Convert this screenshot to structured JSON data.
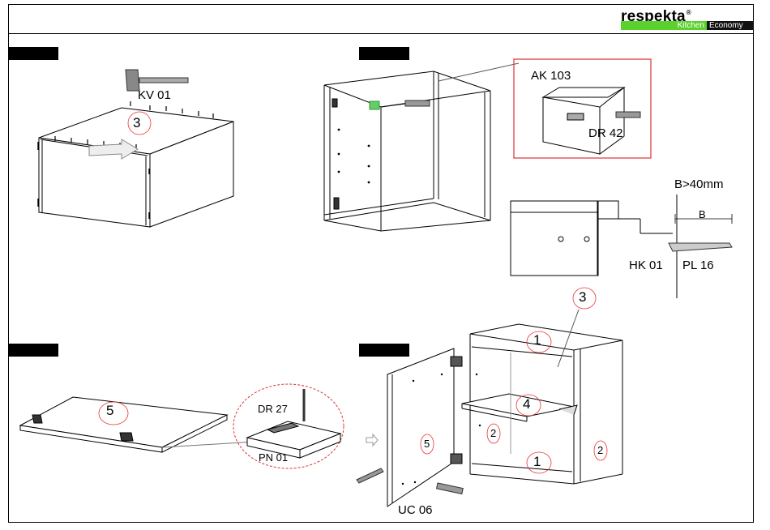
{
  "brand": {
    "name": "respekta",
    "registered": "®",
    "line1": "Kitchen",
    "line2": "Economy"
  },
  "labels": {
    "kv01": "KV 01",
    "ak103": "AK 103",
    "dr42": "DR 42",
    "b_rule": "B>40mm",
    "b": "B",
    "hk01": "HK 01",
    "pl16": "PL 16",
    "dr27": "DR 27",
    "pn01": "PN 01",
    "uc06": "UC 06"
  },
  "numbers": {
    "step1_part": "3",
    "detail_part": "3",
    "shelf_top": "1",
    "shelf_mid": "4",
    "shelf_bottom": "1",
    "side_left": "2",
    "side_right": "2",
    "door": "5",
    "door_flat": "5"
  }
}
